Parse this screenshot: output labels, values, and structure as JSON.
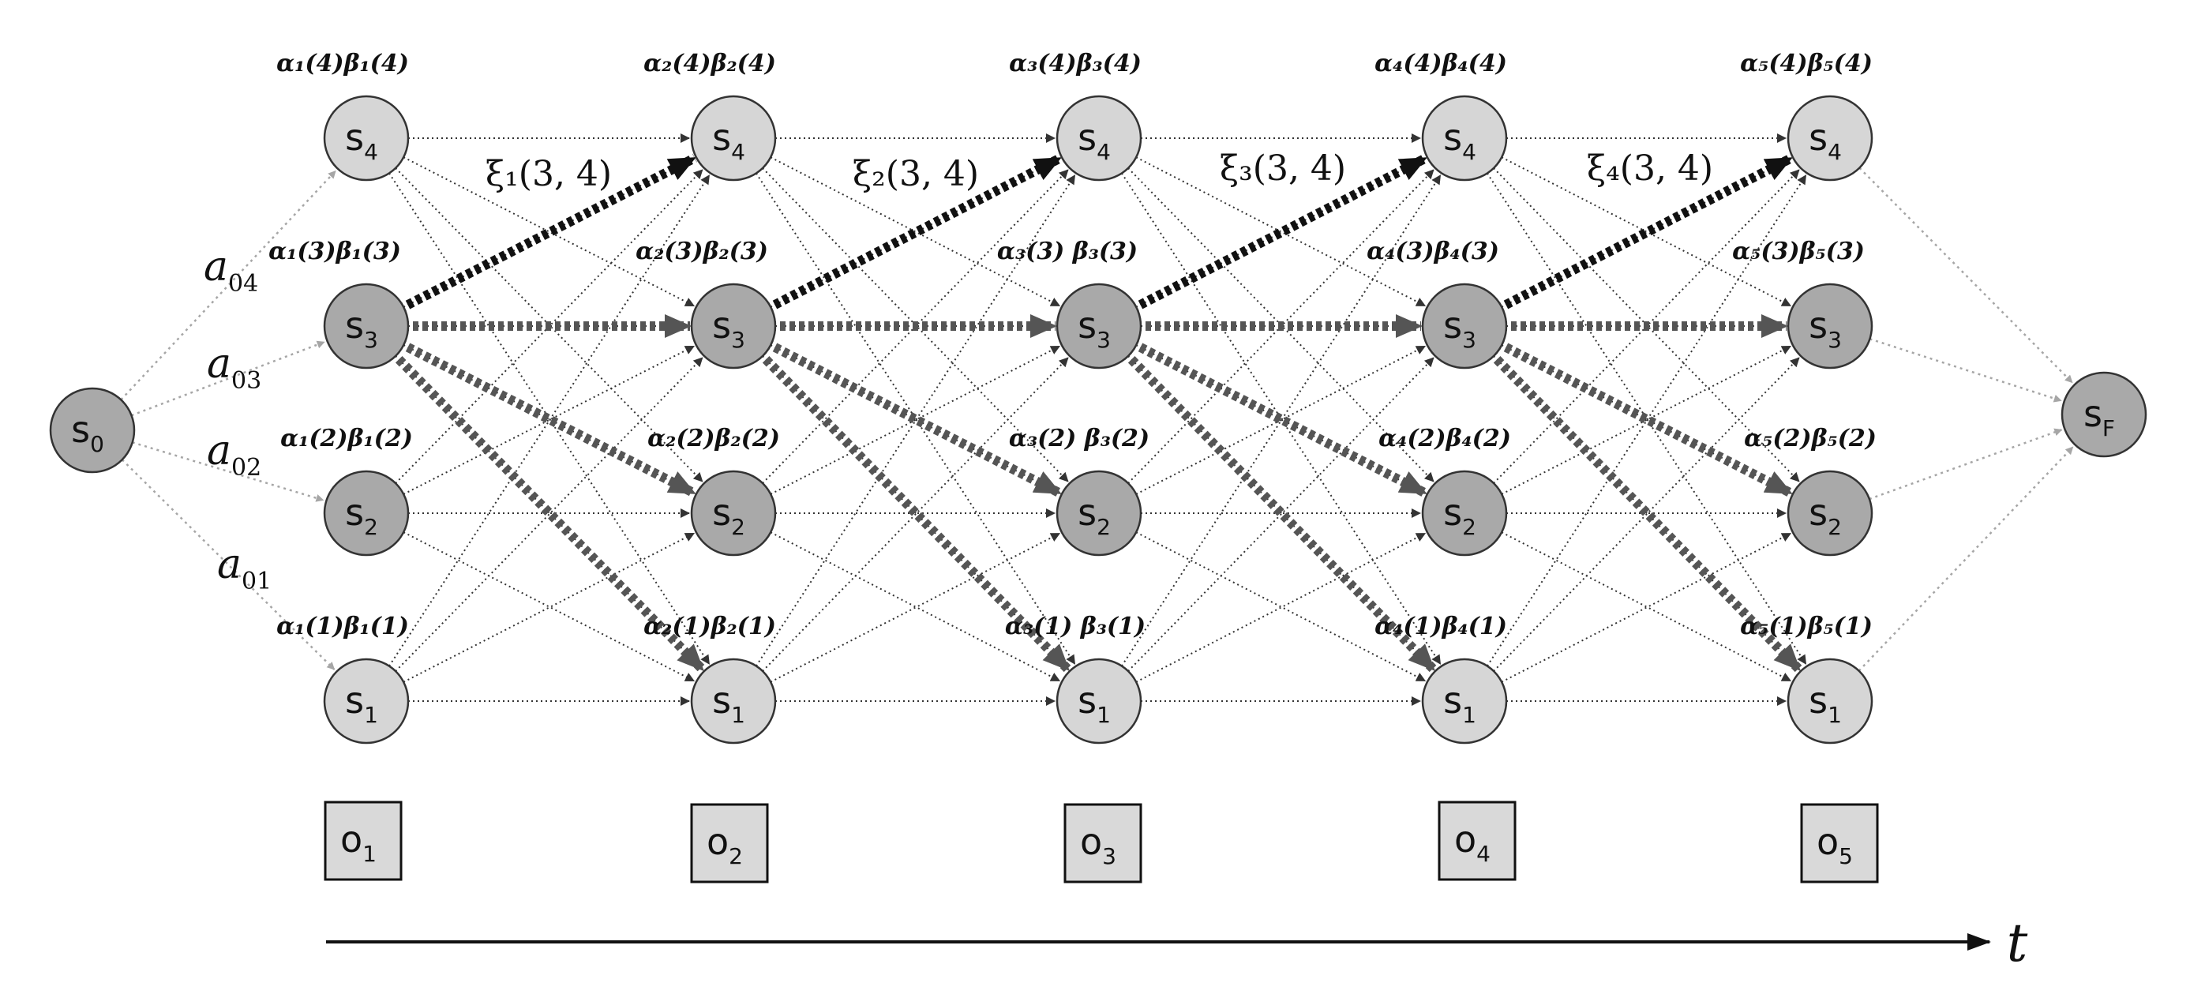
{
  "colors": {
    "node_light": "#d6d6d6",
    "node_dark": "#a9a9a9",
    "edge_light": "#a6a6a6",
    "edge_dark": "#333333",
    "bold_black": "#111111",
    "bold_gray": "#555555"
  },
  "start_node": {
    "label": "s",
    "sub": "0"
  },
  "final_node": {
    "label": "s",
    "sub": "F"
  },
  "states": [
    {
      "label": "s",
      "sub": "4"
    },
    {
      "label": "s",
      "sub": "3"
    },
    {
      "label": "s",
      "sub": "2"
    },
    {
      "label": "s",
      "sub": "1"
    }
  ],
  "initial_transitions": [
    {
      "base": "a",
      "sub": "04"
    },
    {
      "base": "a",
      "sub": "03"
    },
    {
      "base": "a",
      "sub": "02"
    },
    {
      "base": "a",
      "sub": "01"
    }
  ],
  "forward_backward_labels": [
    [
      "α₁(4)β₁(4)",
      "α₁(3)β₁(3)",
      "α₁(2)β₁(2)",
      "α₁(1)β₁(1)"
    ],
    [
      "α₂(4)β₂(4)",
      "α₂(3)β₂(3)",
      "α₂(2)β₂(2)",
      "α₂(1)β₂(1)"
    ],
    [
      "α₃(4)β₃(4)",
      "α₃(3) β₃(3)",
      "α₃(2) β₃(2)",
      "α₃(1) β₃(1)"
    ],
    [
      "α₄(4)β₄(4)",
      "α₄(3)β₄(3)",
      "α₄(2)β₄(2)",
      "α₄(1)β₄(1)"
    ],
    [
      "α₅(4)β₅(4)",
      "α₅(3)β₅(3)",
      "α₅(2)β₅(2)",
      "α₅(1)β₅(1)"
    ]
  ],
  "xi_labels": [
    "ξ₁(3, 4)",
    "ξ₂(3, 4)",
    "ξ₃(3, 4)",
    "ξ₄(3, 4)"
  ],
  "highlighted_state": "3",
  "observations": [
    {
      "label": "o",
      "sub": "1"
    },
    {
      "label": "o",
      "sub": "2"
    },
    {
      "label": "o",
      "sub": "3"
    },
    {
      "label": "o",
      "sub": "4"
    },
    {
      "label": "o",
      "sub": "5"
    }
  ],
  "time_axis_label": "t"
}
